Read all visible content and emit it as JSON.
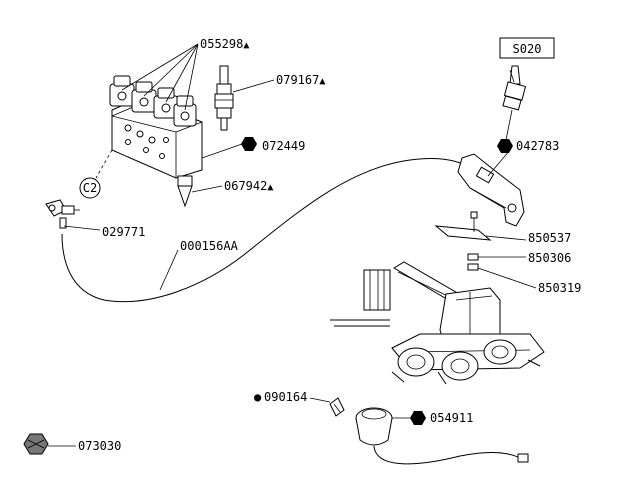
{
  "references": [
    {
      "id": "r055298",
      "text": "055298",
      "mark": "▲"
    },
    {
      "id": "r079167",
      "text": "079167",
      "mark": "▲"
    },
    {
      "id": "r072449",
      "text": "072449",
      "mark": ""
    },
    {
      "id": "r067942",
      "text": "067942",
      "mark": "▲"
    },
    {
      "id": "r029771",
      "text": "029771",
      "mark": ""
    },
    {
      "id": "r000156",
      "text": "000156AA",
      "mark": ""
    },
    {
      "id": "r042783",
      "text": "042783",
      "mark": ""
    },
    {
      "id": "r850537",
      "text": "850537",
      "mark": ""
    },
    {
      "id": "r850306",
      "text": "850306",
      "mark": ""
    },
    {
      "id": "r850319",
      "text": "850319",
      "mark": ""
    },
    {
      "id": "r090164",
      "text": "090164",
      "mark": ""
    },
    {
      "id": "r054911",
      "text": "054911",
      "mark": ""
    },
    {
      "id": "r073030",
      "text": "073030",
      "mark": ""
    }
  ],
  "boxed_label": "S020",
  "circle_label": "C2",
  "bullet_glyph": "●",
  "colors": {
    "line": "#000000",
    "background": "#ffffff",
    "hex_marker": "#000000"
  },
  "icons": {
    "hex_marker": "hexagon-marker-icon",
    "triangle_mark": "triangle-icon"
  }
}
